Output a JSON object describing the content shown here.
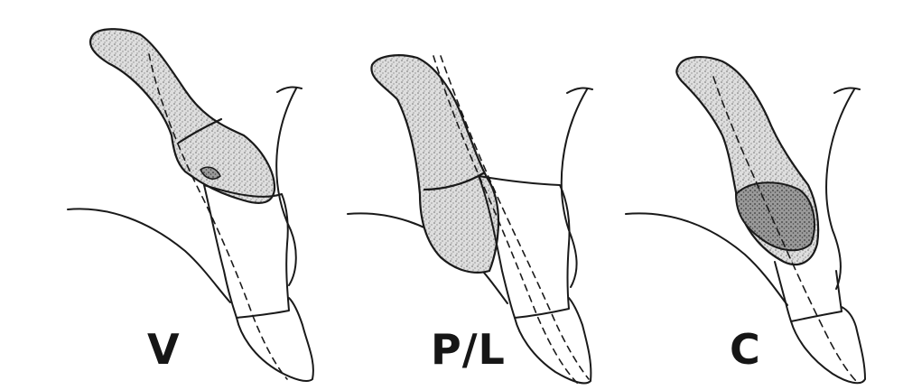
{
  "panels": [
    {
      "id": "v",
      "label": "V"
    },
    {
      "id": "pl",
      "label": "P/L"
    },
    {
      "id": "c",
      "label": "C"
    }
  ],
  "colors": {
    "ink": "#1a1a1a",
    "stipple_light": "#bdbdbd",
    "stipple_dark": "#7a7a7a",
    "background": "#ffffff"
  }
}
